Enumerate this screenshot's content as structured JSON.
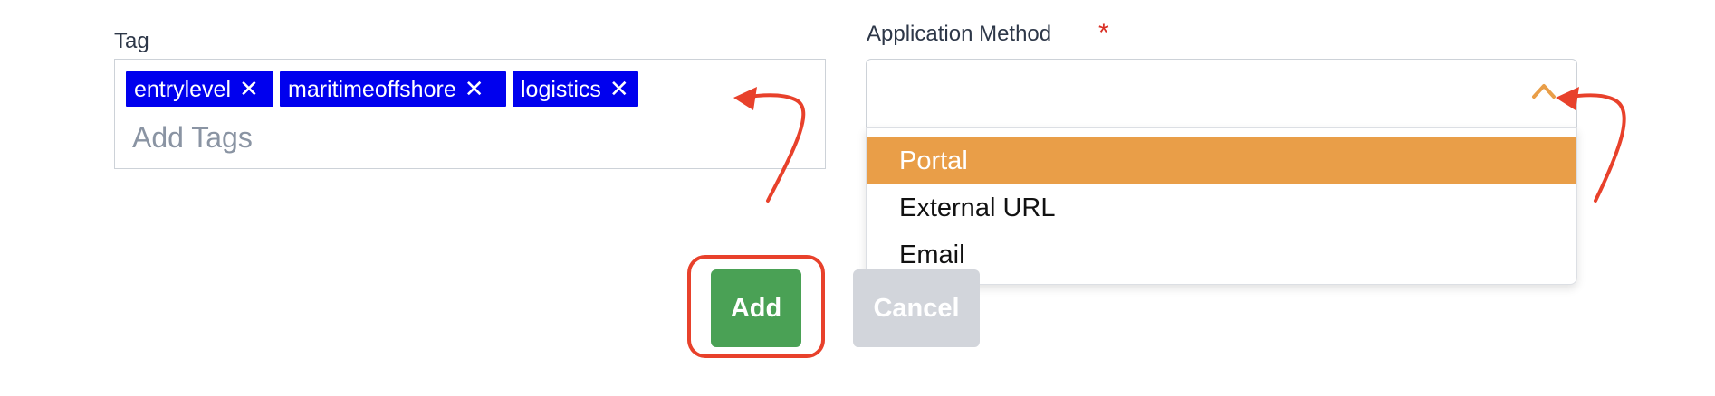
{
  "tag_field": {
    "label": "Tag",
    "tags": [
      {
        "label": "entrylevel",
        "remove_glyph": "✕"
      },
      {
        "label": "maritimeoffshore",
        "remove_glyph": "✕"
      },
      {
        "label": "logistics",
        "remove_glyph": "✕"
      }
    ],
    "placeholder": "Add Tags",
    "chip_color": "#0000ee"
  },
  "application_method": {
    "label": "Application Method",
    "required_marker": "*",
    "value": "",
    "expanded": true,
    "toggle_icon": "chevron-up-icon",
    "options": [
      {
        "label": "Portal",
        "highlighted": true
      },
      {
        "label": "External URL",
        "highlighted": false
      },
      {
        "label": "Email",
        "highlighted": false
      }
    ],
    "highlight_color": "#e99e48"
  },
  "actions": {
    "add_label": "Add",
    "cancel_label": "Cancel",
    "add_color": "#4aa155",
    "cancel_color": "#d2d5db"
  },
  "annotations": {
    "color": "#e8412b",
    "highlighted_element": "add-button"
  }
}
